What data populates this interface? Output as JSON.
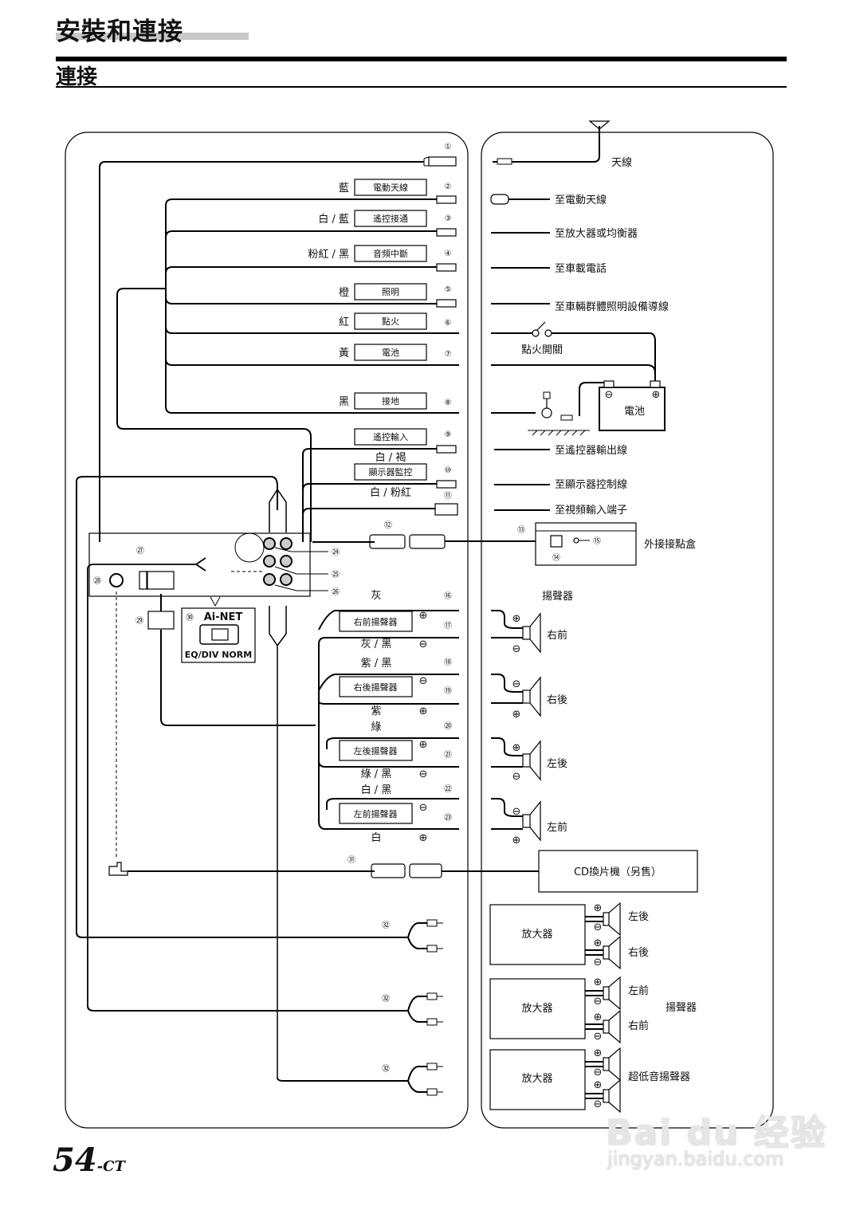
{
  "header": {
    "title": "安裝和連接",
    "subtitle": "連接"
  },
  "page": {
    "number": "54",
    "suffix": "-CT"
  },
  "watermark": {
    "brand": "Bai du 经验",
    "url": "jingyan.baidu.com"
  },
  "wires": [
    {
      "num": "①",
      "color": "",
      "function": "",
      "dest": "天線"
    },
    {
      "num": "②",
      "color": "藍",
      "function": "電動天線",
      "dest": "至電動天線"
    },
    {
      "num": "③",
      "color": "白 / 藍",
      "function": "遙控接通",
      "dest": "至放大器或均衡器"
    },
    {
      "num": "④",
      "color": "粉紅 / 黑",
      "function": "音頻中斷",
      "dest": "至車載電話"
    },
    {
      "num": "⑤",
      "color": "橙",
      "function": "照明",
      "dest": "至車輛群體照明設備導線"
    },
    {
      "num": "⑥",
      "color": "紅",
      "function": "點火",
      "dest": "點火開關"
    },
    {
      "num": "⑦",
      "color": "黃",
      "function": "電池",
      "dest": "電池"
    },
    {
      "num": "⑧",
      "color": "黑",
      "function": "接地",
      "dest": ""
    },
    {
      "num": "⑨",
      "color": "白 / 褐",
      "function": "遙控輸入",
      "dest": "至遙控器輸出線"
    },
    {
      "num": "⑩",
      "color": "白 / 粉紅",
      "function": "顯示器監控",
      "dest": "至顯示器控制線"
    },
    {
      "num": "⑪",
      "color": "",
      "function": "",
      "dest": "至視頻輸入端子"
    },
    {
      "num": "⑫",
      "color": "",
      "function": "",
      "dest": ""
    }
  ],
  "junction_box": {
    "num": "⑬",
    "label": "外接接點盒",
    "sub1": "⑭",
    "sub2": "⑮"
  },
  "speakers_header": "揚聲器",
  "speaker_groups": [
    {
      "box": "右前揚聲器",
      "top_num": "⑯",
      "top_color": "灰",
      "mid_num": "⑰",
      "bottom_color": "灰 / 黑",
      "top_sign": "⊕",
      "bottom_sign": "⊖",
      "speaker": "右前"
    },
    {
      "box": "右後揚聲器",
      "top_num": "⑱",
      "top_color": "紫 / 黑",
      "mid_num": "⑲",
      "bottom_color": "紫",
      "top_sign": "⊖",
      "bottom_sign": "⊕",
      "speaker": "右後"
    },
    {
      "box": "左後揚聲器",
      "top_num": "⑳",
      "top_color": "綠",
      "mid_num": "㉑",
      "bottom_color": "綠 / 黑",
      "top_sign": "⊕",
      "bottom_sign": "⊖",
      "speaker": "左後"
    },
    {
      "box": "左前揚聲器",
      "top_num": "㉒",
      "top_color": "白 / 黑",
      "mid_num": "㉓",
      "bottom_color": "白",
      "top_sign": "⊖",
      "bottom_sign": "⊕",
      "speaker": "左前"
    }
  ],
  "unit": {
    "n24": "㉔",
    "n25": "㉕",
    "n26": "㉖",
    "n27": "㉗",
    "n28": "㉘",
    "n29": "㉙",
    "n30": "㉚",
    "ainet_title": "Ai-NET",
    "ainet_mode": "EQ/DIV NORM"
  },
  "cd_changer": {
    "num": "㉛",
    "label": "CD換片機（另售）"
  },
  "rca_num": "㉜",
  "amps": [
    {
      "label": "放大器",
      "speakers": [
        "左後",
        "右後"
      ]
    },
    {
      "label": "放大器",
      "speakers": [
        "左前",
        "右前"
      ]
    },
    {
      "label": "放大器",
      "speakers": [
        "超低音揚聲器"
      ]
    }
  ],
  "amp_speaker_label": "揚聲器",
  "battery": {
    "label": "電池",
    "neg": "⊖",
    "pos": "⊕"
  }
}
